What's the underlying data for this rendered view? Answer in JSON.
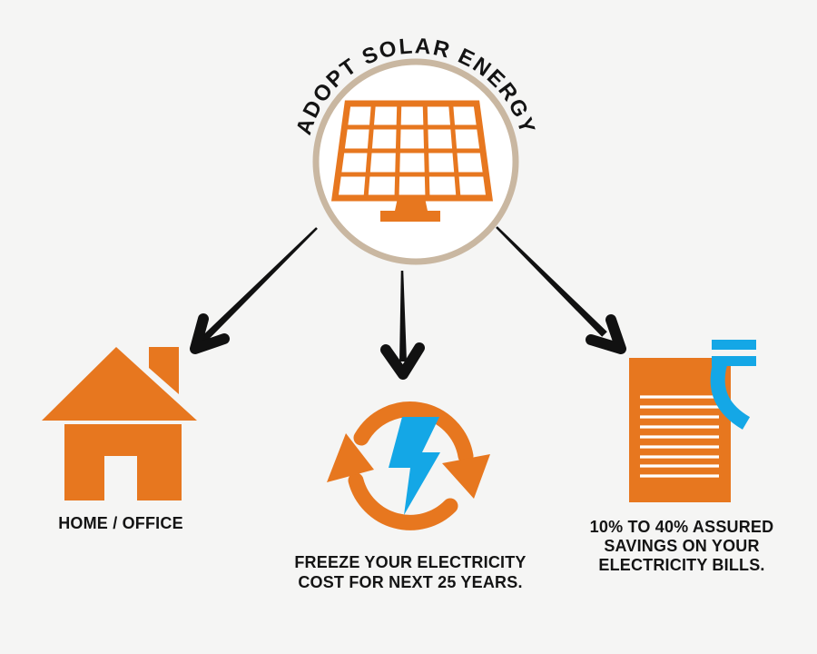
{
  "hub": {
    "title": "ADOPT SOLAR ENERGY",
    "icon": "solar-panel"
  },
  "nodes": {
    "home": {
      "icon": "house",
      "lines": [
        "HOME / OFFICE"
      ]
    },
    "freeze": {
      "icon": "energy-cycle",
      "lines": [
        "FREEZE YOUR ELECTRICITY",
        "COST FOR NEXT 25 YEARS."
      ]
    },
    "savings": {
      "icon": "bill-rupee",
      "lines": [
        "10% TO 40% ASSURED",
        "SAVINGS ON YOUR",
        "ELECTRICITY BILLS."
      ]
    }
  },
  "colors": {
    "orange": "#e7771f",
    "blue": "#14a7e6",
    "ring": "#c9b7a1",
    "ink": "#141414",
    "arrow": "#111111",
    "bg": "#f5f5f4"
  }
}
